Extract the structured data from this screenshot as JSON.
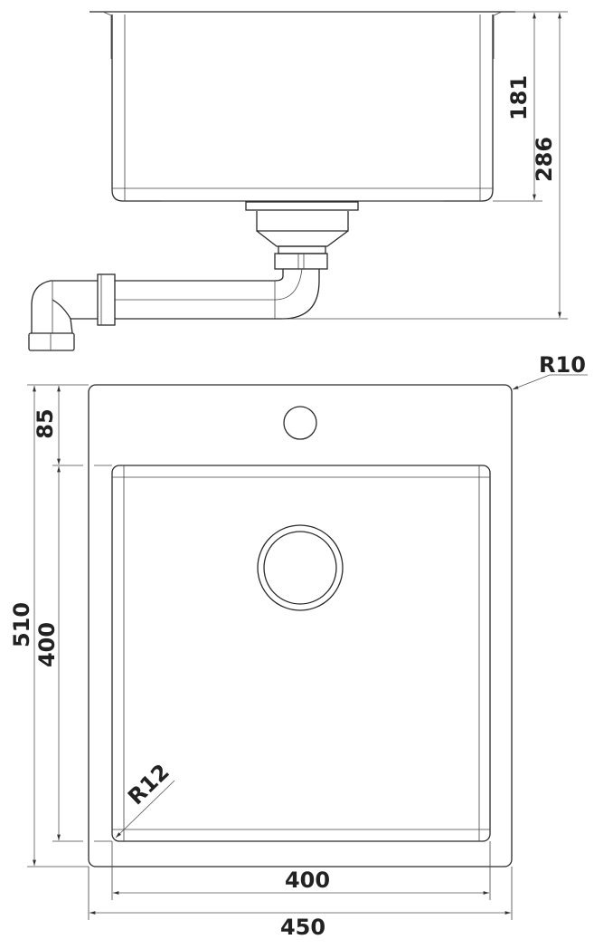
{
  "side_view": {
    "dimensions": {
      "bowl_depth": "181",
      "total_depth": "286"
    }
  },
  "top_view": {
    "dimensions": {
      "faucet_offset": "85",
      "overall_length": "510",
      "bowl_length": "400",
      "bowl_width": "400",
      "overall_width": "450",
      "outer_radius": "R10",
      "bowl_radius": "R12"
    }
  },
  "colors": {
    "line": "#2a2a2a",
    "background": "#ffffff"
  }
}
